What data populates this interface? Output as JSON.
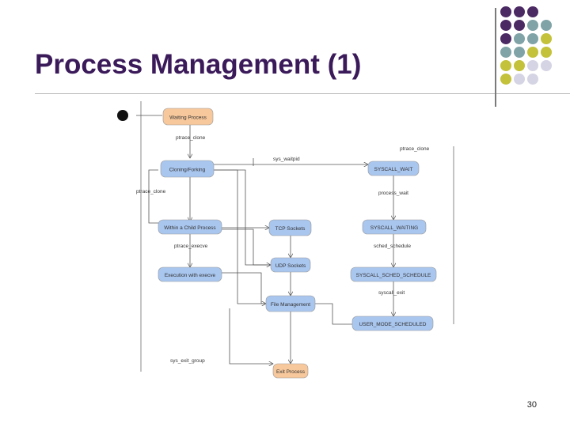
{
  "slide": {
    "title": "Process Management (1)",
    "page_number": "30"
  },
  "colors": {
    "title": "#3b1a5a",
    "dot_purple": "#4b2a63",
    "dot_teal": "#7fa3a6",
    "dot_olive": "#c3c23a",
    "dot_lavender": "#d4d4e4",
    "state_blue": "#a9c6ef",
    "state_peach": "#f7c89c"
  },
  "diagram": {
    "states": {
      "waiting": "Waiting Process",
      "cloning": "Cloning/Forking",
      "within_child": "Within a Child Process",
      "execution": "Execution with execve",
      "tcp": "TCP Sockets",
      "udp": "UDP Sockets",
      "file_mgmt": "File Management",
      "exit": "Exit Process",
      "sys_wait": "SYSCALL_WAIT",
      "sys_waiting": "SYSCALL_WAITING",
      "sys_sched": "SYSCALL_SCHED_SCHEDULE",
      "user_sched": "USER_MODE_SCHEDULED"
    },
    "transitions": {
      "t1": "ptrace_clone",
      "t2": "sys_waitpid",
      "t3": "ptrace_clone",
      "t4": "ptrace_clone",
      "t5": "process_wait",
      "t6": "ptrace_execve",
      "t7": "sched_schedule",
      "t8": "syscall_exit",
      "t9": "sys_exit_group"
    }
  }
}
